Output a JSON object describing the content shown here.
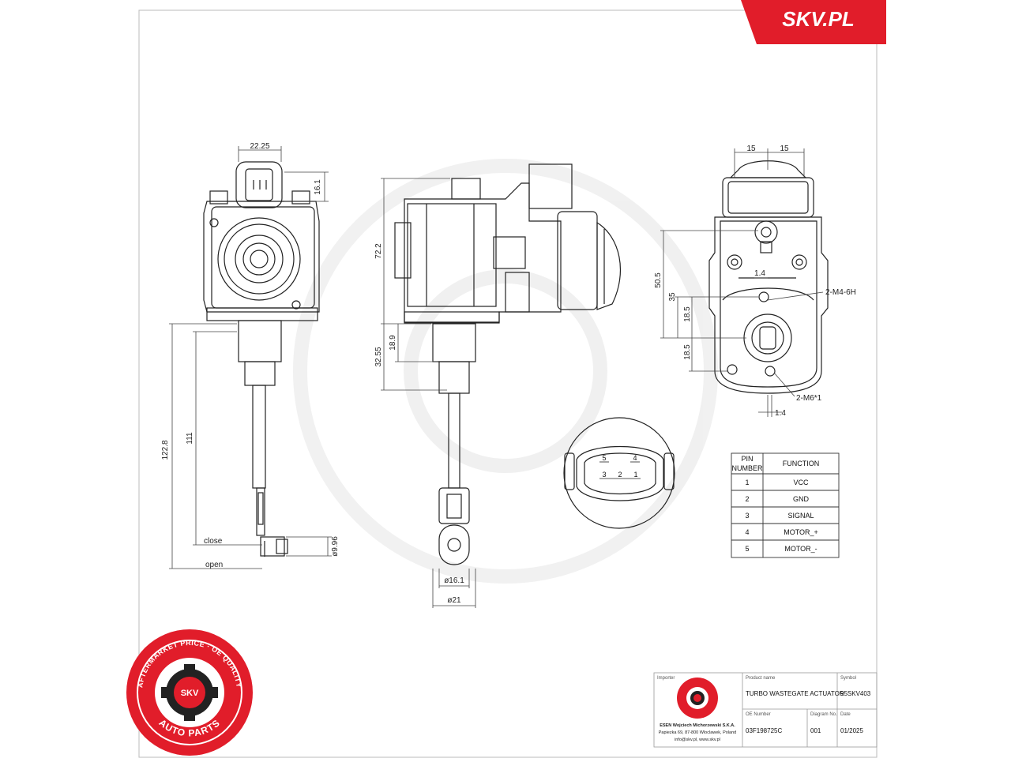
{
  "brand": {
    "logo_text": "SKV.PL",
    "badge_center": "SKV",
    "badge_ring": "AFTERMARKET PRICE · OE QUALITY",
    "badge_bottom": "AUTO PARTS",
    "accent_color": "#e11d2a"
  },
  "dimensions": {
    "top_width": "22.25",
    "connector_height": "16.1",
    "stroke_total": "122.8",
    "stroke_111": "111",
    "close_label": "close",
    "open_label": "open",
    "rod_dia_end": "ø9.96",
    "body_height": "72.2",
    "rod_18_9": "18.9",
    "rod_32_55": "32.55",
    "rod_dia_16_1": "ø16.1",
    "rod_dia_21": "ø21",
    "half_left": "15",
    "half_right": "15",
    "h_50_5": "50.5",
    "h_35": "35",
    "h_18_5a": "18.5",
    "h_18_5b": "18.5",
    "offset_1_4a": "1.4",
    "offset_1_4b": "1.4",
    "thread_m4": "2-M4-6H",
    "thread_m6": "2-M6*1"
  },
  "connector_pins": {
    "top": [
      "5",
      "4"
    ],
    "bottom": [
      "3",
      "2",
      "1"
    ]
  },
  "pin_table": {
    "header_pin_line1": "PIN",
    "header_pin_line2": "NUMBER",
    "header_function": "FUNCTION",
    "rows": [
      {
        "pin": "1",
        "function": "VCC"
      },
      {
        "pin": "2",
        "function": "GND"
      },
      {
        "pin": "3",
        "function": "SIGNAL"
      },
      {
        "pin": "4",
        "function": "MOTOR_+"
      },
      {
        "pin": "5",
        "function": "MOTOR_-"
      }
    ]
  },
  "title_block": {
    "importer_label": "Importer",
    "product_name_label": "Product name",
    "product_name": "TURBO WASTEGATE ACTUATOR",
    "symbol_label": "Symbol",
    "symbol": "95SKV403",
    "oe_label": "OE Number",
    "oe_number": "03F198725C",
    "diagram_label": "Diagram No.",
    "diagram_no": "001",
    "date_label": "Date",
    "date": "01/2025",
    "company": "ESEN Wojciech Michorzewski S.K.A.",
    "address": "Papiezka 69, 87-800 Wloclawek, Poland",
    "contact": "info@skv.pl, www.skv.pl"
  }
}
